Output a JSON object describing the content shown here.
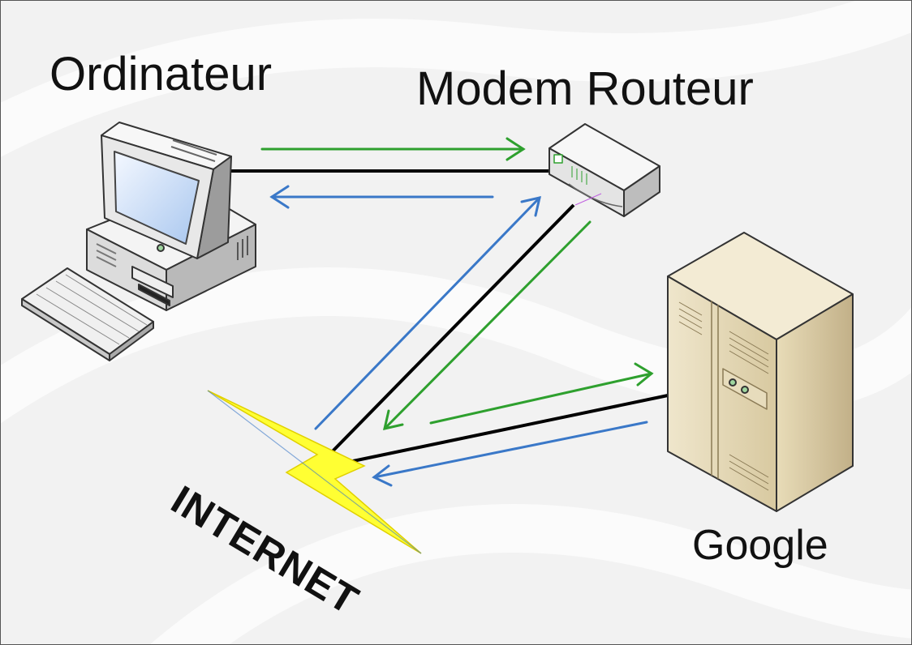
{
  "nodes": {
    "computer": {
      "label": "Ordinateur",
      "icon": "desktop-computer-icon"
    },
    "router": {
      "label": "Modem Routeur",
      "icon": "modem-router-icon"
    },
    "server": {
      "label": "Google",
      "icon": "server-tower-icon"
    },
    "internet": {
      "label": "INTERNET",
      "icon": "lightning-bolt-icon"
    }
  },
  "colors": {
    "request_arrow": "#2ea02e",
    "response_arrow": "#3a78c8",
    "link_line": "#000000",
    "lightning": "#ffff33",
    "background": "#f2f2f2"
  }
}
